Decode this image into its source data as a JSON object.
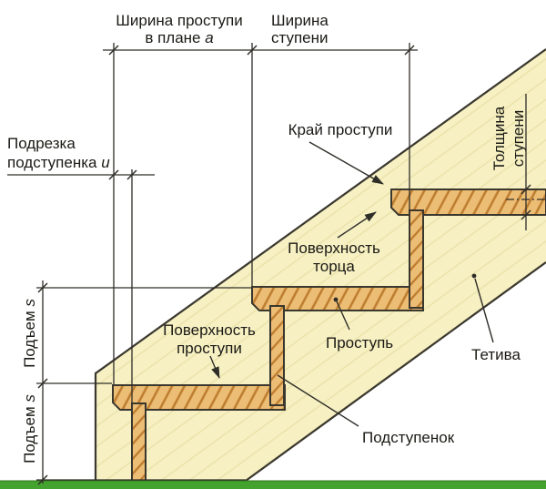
{
  "colors": {
    "text": "#1b1a16",
    "outline": "#3a372e",
    "dim": "#2f2d28",
    "wood": "#ecbd74",
    "grain": "#bd7c2f",
    "stringer": "#f6f0c3",
    "stringer_grain": "#ebe3ab",
    "ground": "#43a32e",
    "ground_edge": "#33751c"
  },
  "diagram": {
    "dim_labels": {
      "tread_plan_width_line1": "Ширина проступи",
      "tread_plan_width_line2_text": "в плане ",
      "tread_plan_width_var": "a",
      "step_width_line1": "Ширина",
      "step_width_line2": "ступени",
      "riser_undercut_line1": "Подрезка",
      "riser_undercut_line2_text": "подступенка ",
      "riser_undercut_var": "u",
      "step_thickness_line1": "Толщина",
      "step_thickness_line2": "ступени",
      "rise_text": "Подъем ",
      "rise_var": "s"
    },
    "part_labels": {
      "tread_edge": "Край проступи",
      "end_surface_line1": "Поверхность",
      "end_surface_line2": "торца",
      "tread_surface_line1": "Поверхность",
      "tread_surface_line2": "проступи",
      "tread": "Проступь",
      "stringer": "Тетива",
      "riser": "Подступенок"
    }
  }
}
